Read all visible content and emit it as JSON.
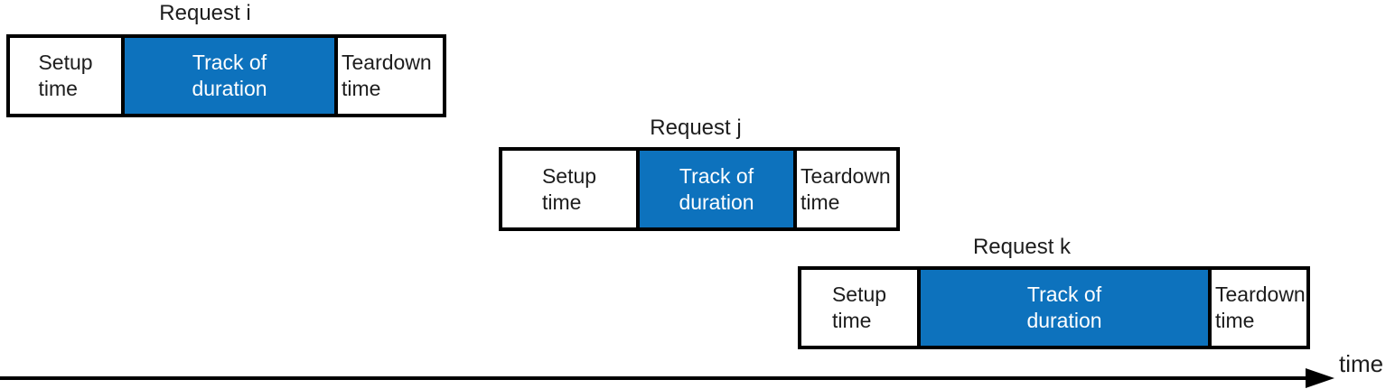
{
  "diagram": {
    "axis_label": "time",
    "requests": [
      {
        "title": "Request i",
        "segments": {
          "setup": {
            "line1": "Setup",
            "line2": "time"
          },
          "track": {
            "line1": "Track of",
            "line2": "duration"
          },
          "teardown": {
            "line1": "Teardown",
            "line2": "time"
          }
        }
      },
      {
        "title": "Request j",
        "segments": {
          "setup": {
            "line1": "Setup",
            "line2": "time"
          },
          "track": {
            "line1": "Track of",
            "line2": "duration"
          },
          "teardown": {
            "line1": "Teardown",
            "line2": "time"
          }
        }
      },
      {
        "title": "Request k",
        "segments": {
          "setup": {
            "line1": "Setup",
            "line2": "time"
          },
          "track": {
            "line1": "Track of",
            "line2": "duration"
          },
          "teardown": {
            "line1": "Teardown",
            "line2": "time"
          }
        }
      }
    ],
    "colors": {
      "track_fill": "#0d72bd",
      "box_border": "#000000",
      "text": "#1d1d1d",
      "track_text": "#ffffff"
    }
  }
}
